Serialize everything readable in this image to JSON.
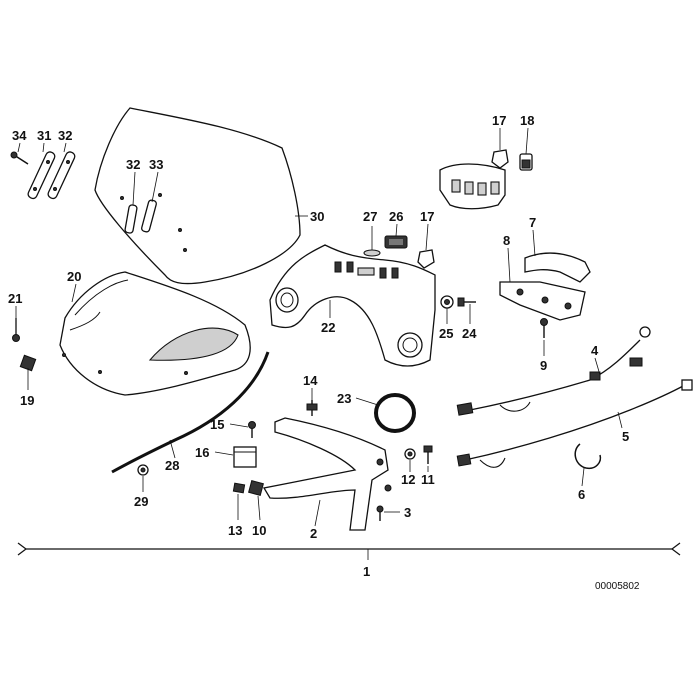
{
  "diagram": {
    "reference_number": "00005802",
    "callouts": [
      {
        "id": "34",
        "text": "34"
      },
      {
        "id": "31",
        "text": "31"
      },
      {
        "id": "32a",
        "text": "32"
      },
      {
        "id": "32b",
        "text": "32"
      },
      {
        "id": "33",
        "text": "33"
      },
      {
        "id": "30",
        "text": "30"
      },
      {
        "id": "20",
        "text": "20"
      },
      {
        "id": "21",
        "text": "21"
      },
      {
        "id": "19",
        "text": "19"
      },
      {
        "id": "27",
        "text": "27"
      },
      {
        "id": "26",
        "text": "26"
      },
      {
        "id": "17a",
        "text": "17"
      },
      {
        "id": "17b",
        "text": "17"
      },
      {
        "id": "18",
        "text": "18"
      },
      {
        "id": "22",
        "text": "22"
      },
      {
        "id": "25",
        "text": "25"
      },
      {
        "id": "24",
        "text": "24"
      },
      {
        "id": "7",
        "text": "7"
      },
      {
        "id": "8",
        "text": "8"
      },
      {
        "id": "9",
        "text": "9"
      },
      {
        "id": "4",
        "text": "4"
      },
      {
        "id": "5",
        "text": "5"
      },
      {
        "id": "6",
        "text": "6"
      },
      {
        "id": "14",
        "text": "14"
      },
      {
        "id": "23",
        "text": "23"
      },
      {
        "id": "15",
        "text": "15"
      },
      {
        "id": "16",
        "text": "16"
      },
      {
        "id": "28",
        "text": "28"
      },
      {
        "id": "29",
        "text": "29"
      },
      {
        "id": "12",
        "text": "12"
      },
      {
        "id": "11",
        "text": "11"
      },
      {
        "id": "3",
        "text": "3"
      },
      {
        "id": "13",
        "text": "13"
      },
      {
        "id": "10",
        "text": "10"
      },
      {
        "id": "2",
        "text": "2"
      },
      {
        "id": "1",
        "text": "1"
      }
    ]
  }
}
